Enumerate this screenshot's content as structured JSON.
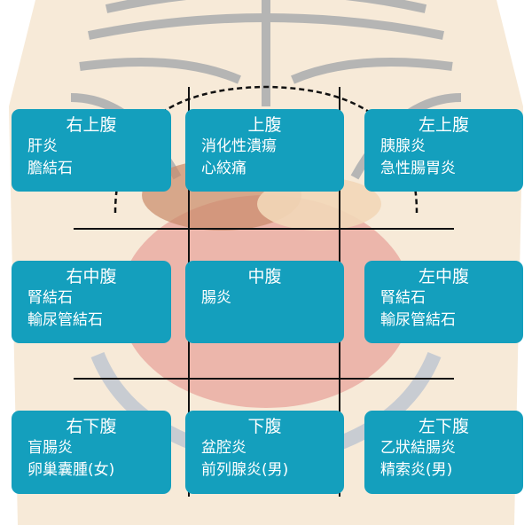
{
  "colors": {
    "box": "#149fbd",
    "text": "#ffffff",
    "grid": "#111111"
  },
  "regions": [
    {
      "title": "右上腹",
      "items": [
        "肝炎",
        "膽結石"
      ]
    },
    {
      "title": "上腹",
      "items": [
        "消化性潰瘍",
        "心絞痛"
      ]
    },
    {
      "title": "左上腹",
      "items": [
        "胰腺炎",
        "急性腸胃炎"
      ]
    },
    {
      "title": "右中腹",
      "items": [
        "腎結石",
        "輸尿管結石"
      ]
    },
    {
      "title": "中腹",
      "items": [
        "腸炎"
      ]
    },
    {
      "title": "左中腹",
      "items": [
        "腎結石",
        "輸尿管結石"
      ]
    },
    {
      "title": "右下腹",
      "items": [
        "盲腸炎",
        "卵巢囊腫(女)"
      ]
    },
    {
      "title": "下腹",
      "items": [
        "盆腔炎",
        "前列腺炎(男)"
      ]
    },
    {
      "title": "左下腹",
      "items": [
        "乙狀結腸炎",
        "精索炎(男)"
      ]
    }
  ]
}
